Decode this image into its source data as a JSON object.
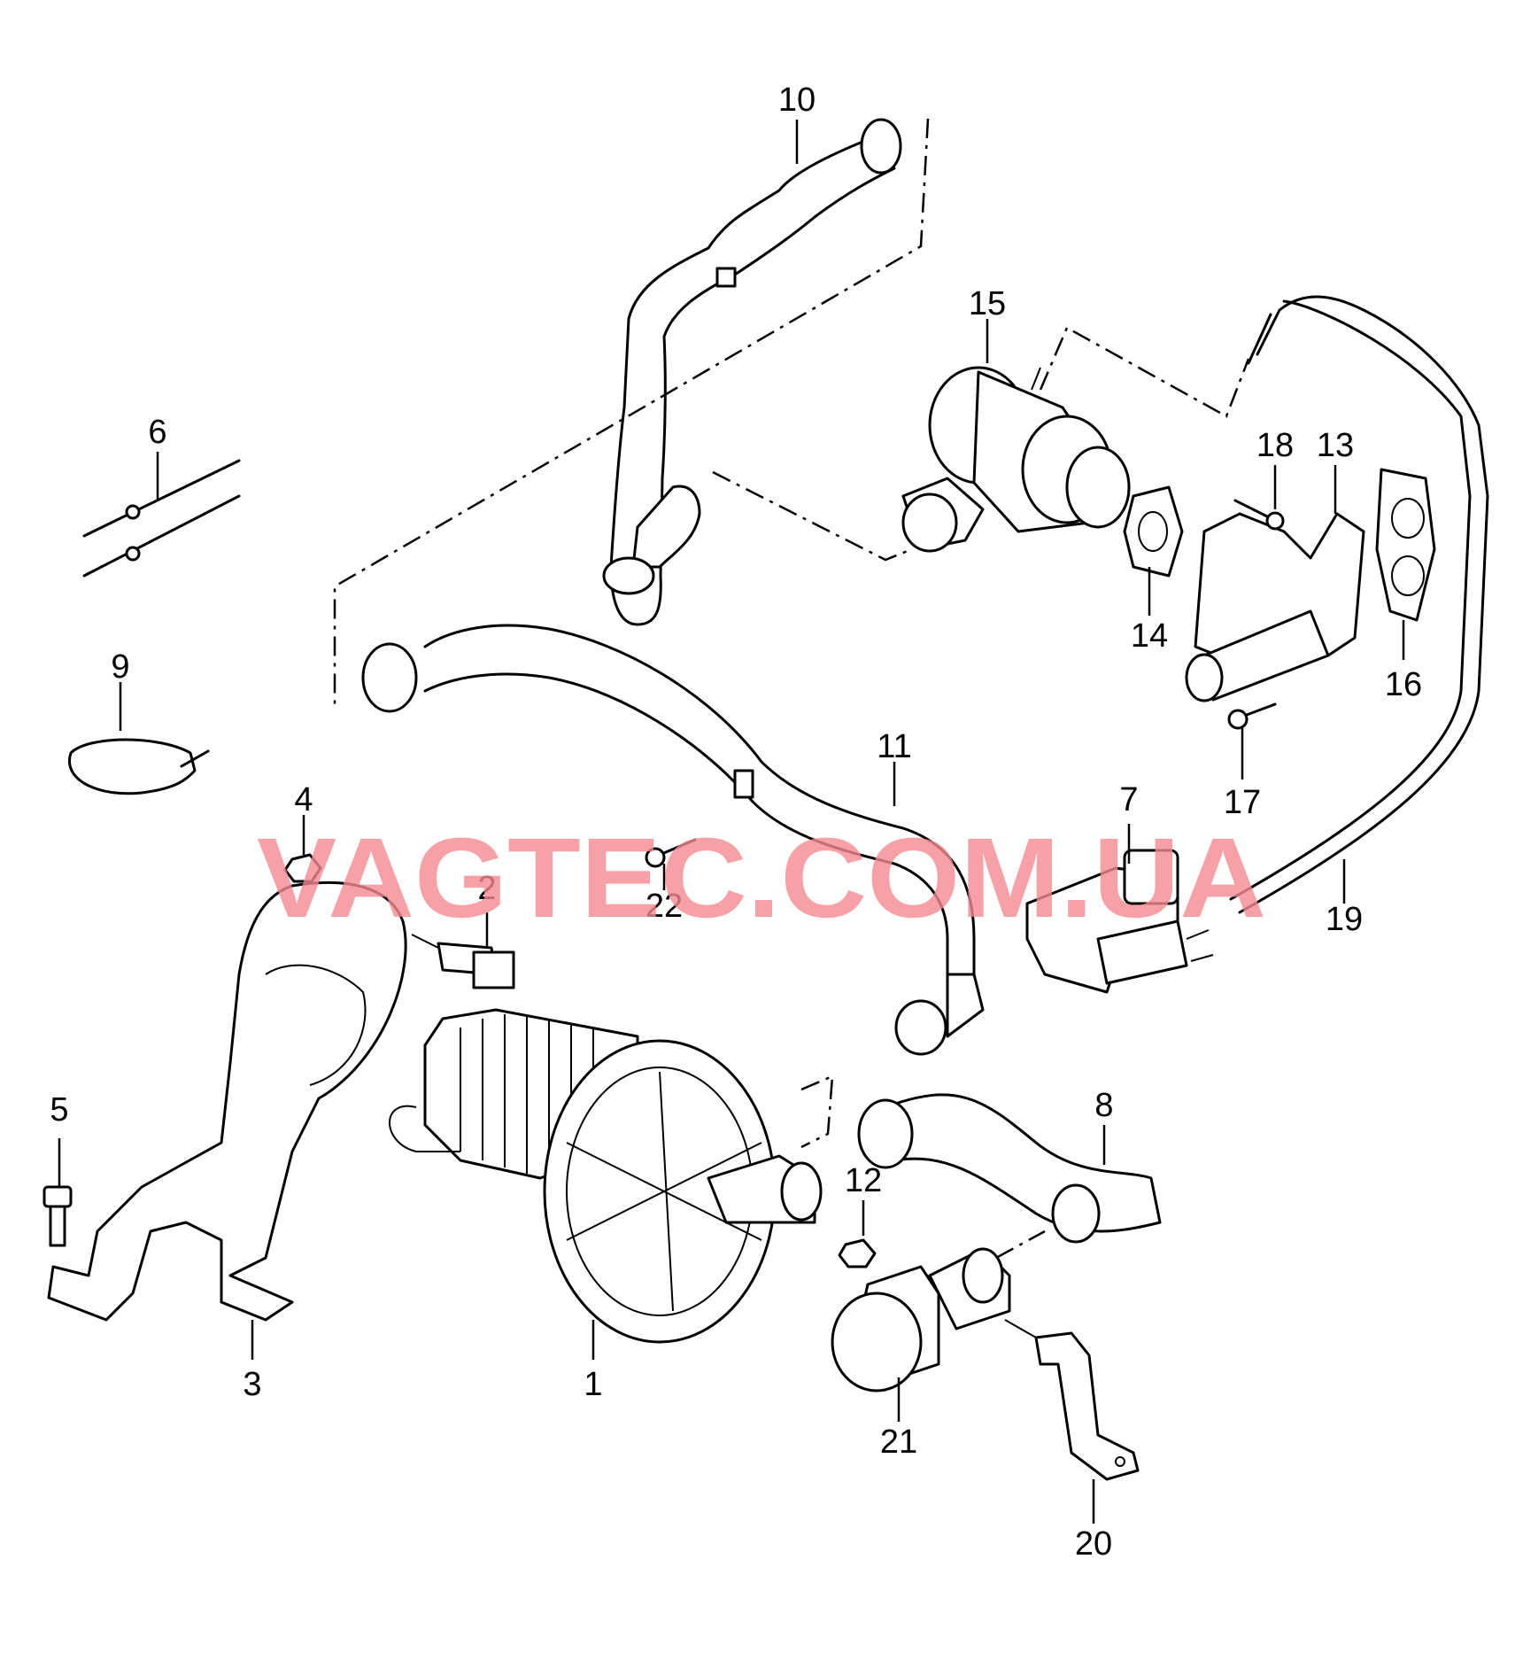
{
  "watermark": "VAGTEC.COM.UA",
  "callouts": {
    "c1": "1",
    "c2": "2",
    "c3": "3",
    "c4": "4",
    "c5": "5",
    "c6": "6",
    "c7": "7",
    "c8": "8",
    "c9": "9",
    "c10": "10",
    "c11": "11",
    "c12": "12",
    "c13": "13",
    "c14": "14",
    "c15": "15",
    "c16": "16",
    "c17": "17",
    "c18": "18",
    "c19": "19",
    "c20": "20",
    "c21": "21",
    "c22": "22"
  },
  "colors": {
    "line": "#000000",
    "watermark": "#f28a8e",
    "background": "#ffffff"
  }
}
